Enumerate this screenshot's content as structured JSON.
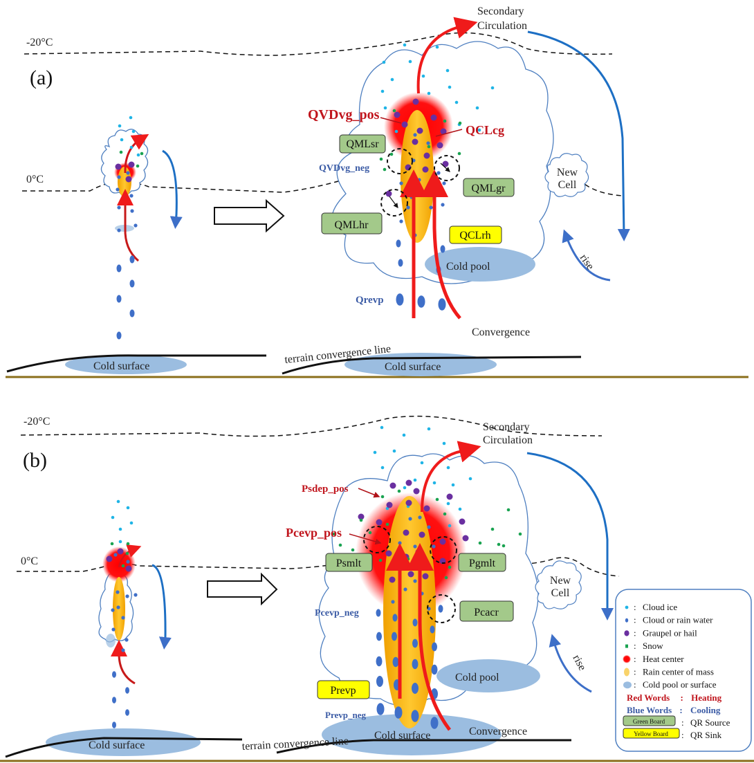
{
  "panels": [
    {
      "tag": "(a)",
      "isotherm_top": "-20°C",
      "isotherm_zero": "0°C",
      "secondary_circulation": [
        "Secondary",
        "Circulation"
      ],
      "new_cell": [
        "New",
        "Cell"
      ],
      "rise": "rise",
      "convergence": "Convergence",
      "terrain_line": "terrain convergence line",
      "cold_surface_left": "Cold surface",
      "cold_surface_right": "Cold surface",
      "cold_pool": "Cold pool",
      "red_words": [
        {
          "id": "qvdvg-pos",
          "text": "QVDvg_pos"
        },
        {
          "id": "qclcg",
          "text": "QCLcg"
        }
      ],
      "blue_words": [
        {
          "id": "qvdvg-neg",
          "text": "QVDvg_neg"
        },
        {
          "id": "qrevp",
          "text": "Qrevp"
        }
      ],
      "green_boards": [
        {
          "id": "qmlsr",
          "text": "QMLsr"
        },
        {
          "id": "qmlhr",
          "text": "QMLhr"
        },
        {
          "id": "qmlgr",
          "text": "QMLgr"
        }
      ],
      "yellow_boards": [
        {
          "id": "qclrh",
          "text": "QCLrh"
        }
      ]
    },
    {
      "tag": "(b)",
      "isotherm_top": "-20°C",
      "isotherm_zero": "0°C",
      "secondary_circulation": [
        "Secondary",
        "Circulation"
      ],
      "new_cell": [
        "New",
        "Cell"
      ],
      "rise": "rise",
      "convergence": "Convergence",
      "terrain_line": "terrain convergence line",
      "cold_surface_left": "Cold surface",
      "cold_surface_right": "Cold surface",
      "cold_pool": "Cold pool",
      "red_words": [
        {
          "id": "psdep-pos",
          "text": "Psdep_pos"
        },
        {
          "id": "pcevp-pos",
          "text": "Pcevp_pos"
        }
      ],
      "blue_words": [
        {
          "id": "pcevp-neg",
          "text": "Pcevp_neg"
        },
        {
          "id": "prevp-neg",
          "text": "Prevp_neg"
        }
      ],
      "green_boards": [
        {
          "id": "psmlt",
          "text": "Psmlt"
        },
        {
          "id": "pgmlt",
          "text": "Pgmlt"
        },
        {
          "id": "pcacr",
          "text": "Pcacr"
        }
      ],
      "yellow_boards": [
        {
          "id": "prevp",
          "text": "Prevp"
        }
      ]
    }
  ],
  "legend": {
    "items": [
      {
        "icon": "cloud-ice-dot",
        "sep": ":",
        "label": "Cloud ice"
      },
      {
        "icon": "rain-water-dot",
        "sep": ":",
        "label": "Cloud or rain water"
      },
      {
        "icon": "graupel-dot",
        "sep": ":",
        "label": "Graupel or hail"
      },
      {
        "icon": "snow-dot",
        "sep": ":",
        "label": "Snow"
      },
      {
        "icon": "heat-center-blob",
        "sep": ":",
        "label": "Heat center"
      },
      {
        "icon": "rain-mass-blob",
        "sep": ":",
        "label": "Rain center of mass"
      },
      {
        "icon": "cold-pool-blob",
        "sep": ":",
        "label": "Cold pool or surface"
      }
    ],
    "red_words": {
      "left": "Red Words",
      "sep": ":",
      "right": "Heating"
    },
    "blue_words": {
      "left": "Blue Words",
      "sep": ":",
      "right": "Cooling"
    },
    "green_board": {
      "box": "Green Board",
      "sep": ":",
      "label": "QR Source"
    },
    "yellow_board": {
      "box": "Yellow Board",
      "sep": ":",
      "label": "QR Sink"
    }
  },
  "colors": {
    "cloud_ice": "#1fb4e6",
    "rain_water": "#3f6fc8",
    "graupel": "#6a2fa0",
    "snow": "#1aa351",
    "heat": "#ff1a1a",
    "rain_mass": "#f5b21c",
    "cold_pool": "#9bbde0",
    "updraft": "#ef1b1b",
    "downdraft": "#1d6fc4",
    "cloud_outline": "#4e7fc0",
    "green_board": "#a3c98a",
    "yellow_board": "#ffff00",
    "red_word": "#c0141c",
    "blue_word": "#3b5ba5",
    "ground": "#8a6e1a"
  }
}
